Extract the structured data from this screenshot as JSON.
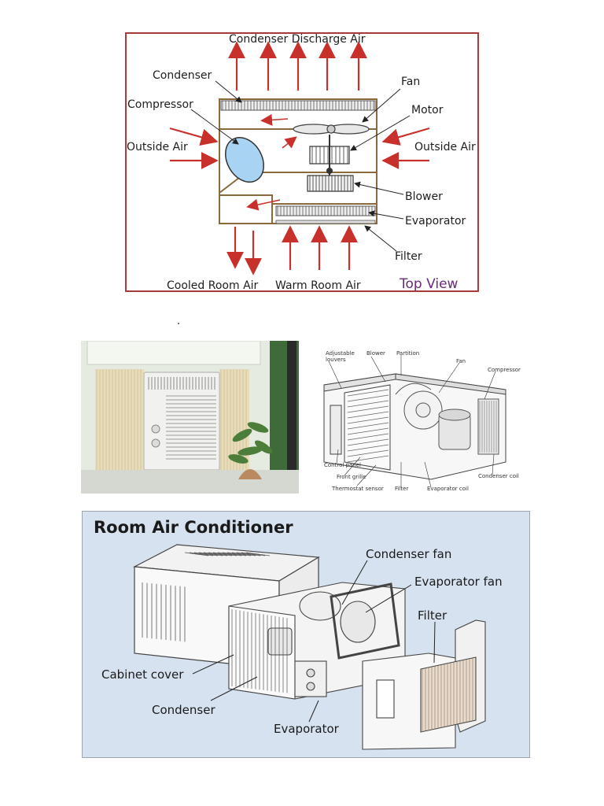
{
  "top_view": {
    "title": "Top View",
    "labels": {
      "discharge": "Condenser Discharge Air",
      "condenser": "Condenser",
      "compressor": "Compressor",
      "outside_left": "Outside Air",
      "outside_right": "Outside Air",
      "fan": "Fan",
      "motor": "Motor",
      "blower": "Blower",
      "evaporator": "Evaporator",
      "filter": "Filter",
      "cooled": "Cooled Room Air",
      "warm": "Warm Room Air"
    },
    "colors": {
      "border": "#a83a3a",
      "arrow": "#c8302c",
      "title": "#6b2a7a",
      "compressor": "#a9d3f2"
    }
  },
  "cutaway": {
    "labels": {
      "adjustable": "Adjustable louvers",
      "blower": "Blower",
      "partition": "Partition",
      "fan": "Fan",
      "compressor": "Compressor",
      "control_panel": "Control panel",
      "front_grille": "Front grille",
      "thermostat": "Thermostat sensor",
      "filter": "Filter",
      "evaporator_coil": "Evaporator coil",
      "condenser_coil": "Condenser coil"
    }
  },
  "room_ac": {
    "title": "Room Air Conditioner",
    "labels": {
      "condenser_fan": "Condenser fan",
      "evaporator_fan": "Evaporator fan",
      "filter": "Filter",
      "cabinet_cover": "Cabinet cover",
      "condenser": "Condenser",
      "evaporator": "Evaporator"
    },
    "colors": {
      "background": "#d6e2f0"
    }
  }
}
